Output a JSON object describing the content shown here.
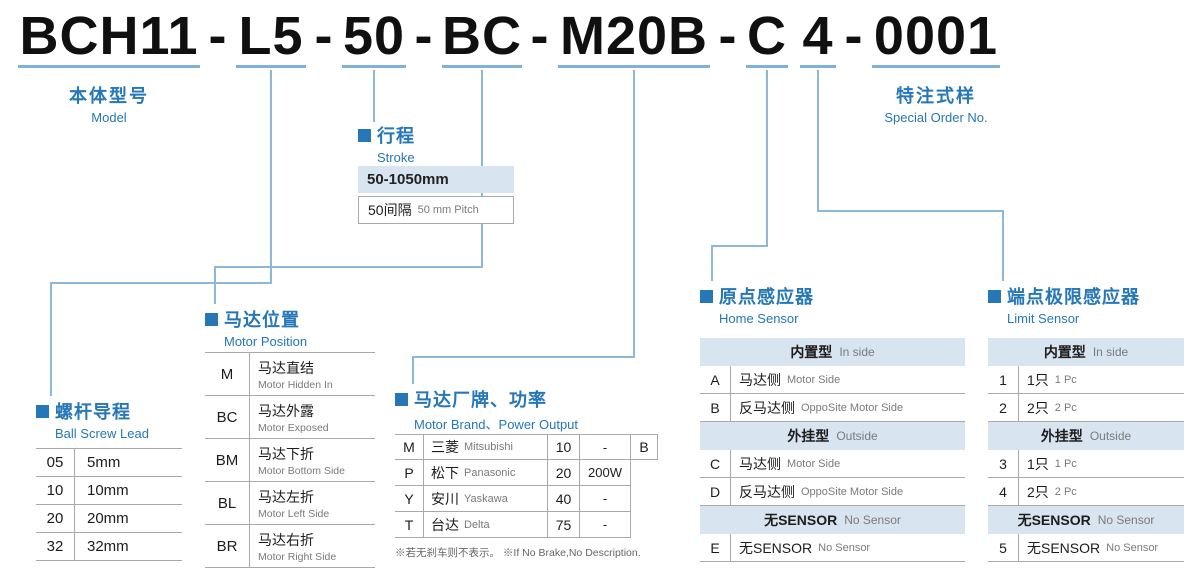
{
  "colors": {
    "accent_blue": "#2577b8",
    "line_blue": "#8cb8da",
    "header_bg": "#d9e4f1",
    "border_gray": "#a9a9a9",
    "text_dark": "#1c1c1c",
    "text_gray": "#7a7a7a"
  },
  "model": {
    "segments": [
      "BCH11",
      "L5",
      "50",
      "BC",
      "M20B",
      "C",
      "4",
      "0001"
    ],
    "separator": "-"
  },
  "model_label": {
    "zh": "本体型号",
    "en": "Model"
  },
  "special_order": {
    "zh": "特注式样",
    "en": "Special Order No."
  },
  "stroke": {
    "zh": "行程",
    "en": "Stroke",
    "range": "50-1050mm",
    "pitch_zh": "50间隔",
    "pitch_en": "50 mm Pitch"
  },
  "ball_screw_lead": {
    "zh": "螺杆导程",
    "en": "Ball Screw Lead",
    "rows": [
      {
        "code": "05",
        "value": "5mm"
      },
      {
        "code": "10",
        "value": "10mm"
      },
      {
        "code": "20",
        "value": "20mm"
      },
      {
        "code": "32",
        "value": "32mm"
      }
    ]
  },
  "motor_position": {
    "zh": "马达位置",
    "en": "Motor Position",
    "rows": [
      {
        "code": "M",
        "zh": "马达直结",
        "en": "Motor Hidden In"
      },
      {
        "code": "BC",
        "zh": "马达外露",
        "en": "Motor Exposed"
      },
      {
        "code": "BM",
        "zh": "马达下折",
        "en": "Motor Bottom Side"
      },
      {
        "code": "BL",
        "zh": "马达左折",
        "en": "Motor Left Side"
      },
      {
        "code": "BR",
        "zh": "马达右折",
        "en": "Motor Right Side"
      }
    ]
  },
  "motor_brand": {
    "zh": "马达厂牌、功率",
    "en": "Motor Brand、Power Output",
    "rows": [
      {
        "code": "M",
        "brand_zh": "三菱",
        "brand_en": "Mitsubishi",
        "power_code": "10",
        "power": "-",
        "brake": "B"
      },
      {
        "code": "P",
        "brand_zh": "松下",
        "brand_en": "Panasonic",
        "power_code": "20",
        "power": "200W",
        "brake": ""
      },
      {
        "code": "Y",
        "brand_zh": "安川",
        "brand_en": "Yaskawa",
        "power_code": "40",
        "power": "-",
        "brake": ""
      },
      {
        "code": "T",
        "brand_zh": "台达",
        "brand_en": "Delta",
        "power_code": "75",
        "power": "-",
        "brake": ""
      }
    ],
    "footnote": "※若无刹车则不表示。 ※If No Brake,No Description."
  },
  "home_sensor": {
    "zh": "原点感应器",
    "en": "Home Sensor",
    "rows": [
      {
        "type": "header",
        "zh": "内置型",
        "en": "In side"
      },
      {
        "type": "item",
        "code": "A",
        "zh": "马达侧",
        "en": "Motor Side"
      },
      {
        "type": "item",
        "code": "B",
        "zh": "反马达侧",
        "en": "OppoSite Motor Side"
      },
      {
        "type": "header",
        "zh": "外挂型",
        "en": "Outside"
      },
      {
        "type": "item",
        "code": "C",
        "zh": "马达侧",
        "en": "Motor Side"
      },
      {
        "type": "item",
        "code": "D",
        "zh": "反马达侧",
        "en": "OppoSite Motor Side"
      },
      {
        "type": "header",
        "zh": "无SENSOR",
        "en": "No Sensor"
      },
      {
        "type": "item",
        "code": "E",
        "zh": "无SENSOR",
        "en": "No Sensor"
      }
    ]
  },
  "limit_sensor": {
    "zh": "端点极限感应器",
    "en": "Limit Sensor",
    "rows": [
      {
        "type": "header",
        "zh": "内置型",
        "en": "In side"
      },
      {
        "type": "item",
        "code": "1",
        "zh": "1只",
        "en": "1 Pc"
      },
      {
        "type": "item",
        "code": "2",
        "zh": "2只",
        "en": "2 Pc"
      },
      {
        "type": "header",
        "zh": "外挂型",
        "en": "Outside"
      },
      {
        "type": "item",
        "code": "3",
        "zh": "1只",
        "en": "1 Pc"
      },
      {
        "type": "item",
        "code": "4",
        "zh": "2只",
        "en": "2 Pc"
      },
      {
        "type": "header",
        "zh": "无SENSOR",
        "en": "No Sensor"
      },
      {
        "type": "item",
        "code": "5",
        "zh": "无SENSOR",
        "en": "No Sensor"
      }
    ]
  }
}
